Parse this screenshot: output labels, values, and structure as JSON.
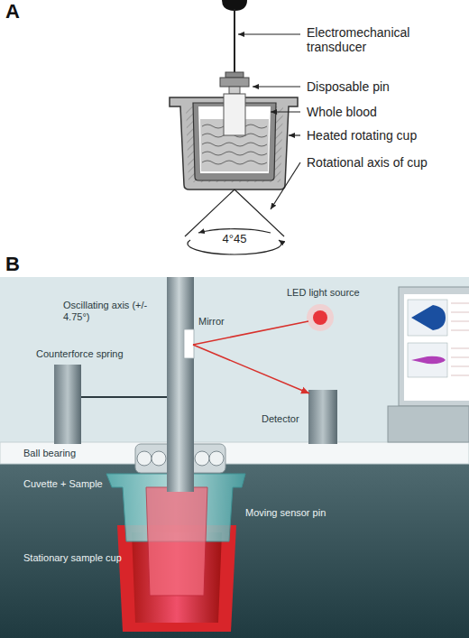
{
  "diagram": {
    "labels": [
      "A",
      "Electromechanical transducer",
      "Disposable pin",
      "Whole blood",
      "Heated rotating cup",
      "Rotational axis of cup",
      "4°45",
      "B",
      "Oscillating axis (+/- 4.75°)",
      "LED light source",
      "Mirror",
      "Counterforce spring",
      "Detector",
      "Ball bearing",
      "Cuvette + Sample",
      "Moving sensor pin",
      "Stationary sample cup"
    ]
  }
}
